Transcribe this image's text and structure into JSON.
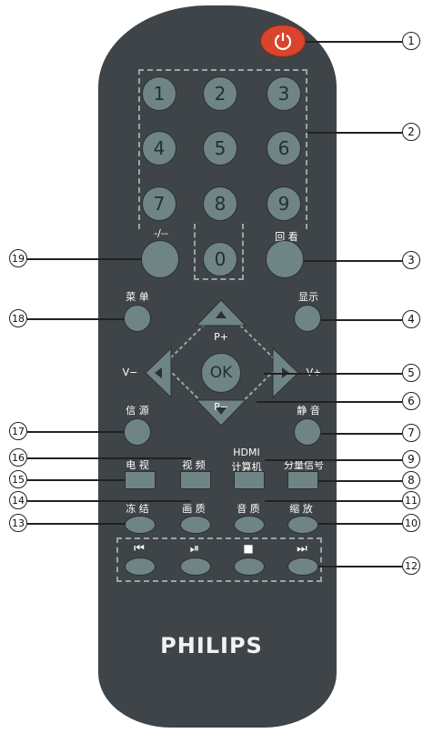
{
  "numbers": [
    "1",
    "2",
    "3",
    "4",
    "5",
    "6",
    "7",
    "8",
    "9",
    "0"
  ],
  "labels": {
    "dash": "-/--",
    "back": "回 看",
    "menu": "菜 单",
    "display": "显示",
    "p_plus": "P+",
    "p_minus": "P−",
    "v_minus": "V−",
    "v_plus": "V+",
    "ok": "OK",
    "source": "信 源",
    "mute": "静 音",
    "tv": "电 视",
    "video": "视 频",
    "hdmi": "HDMI",
    "computer": "计算机",
    "component": "分量信号",
    "freeze": "冻 结",
    "picture": "画 质",
    "sound": "音 质",
    "zoom": "缩 放",
    "prev": "⏮",
    "playpause": "⏯",
    "stop": "■",
    "next": "⏭",
    "brand": "PHILIPS"
  },
  "callouts": [
    "1",
    "2",
    "3",
    "4",
    "5",
    "6",
    "7",
    "8",
    "9",
    "10",
    "11",
    "12",
    "13",
    "14",
    "15",
    "16",
    "17",
    "18",
    "19"
  ],
  "colors": {
    "body": "#3e4447",
    "button": "#6f8485",
    "power": "#d9452c"
  }
}
